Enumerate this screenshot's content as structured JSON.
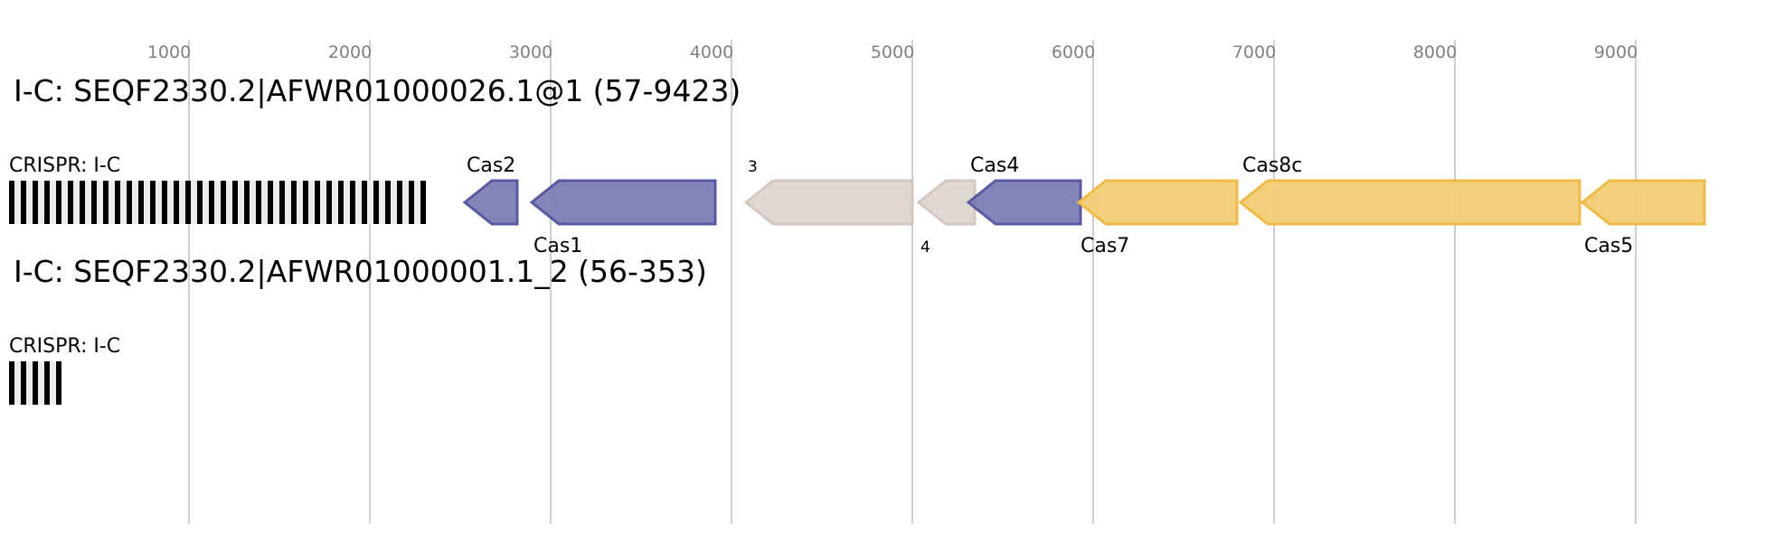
{
  "axis": {
    "ticks": [
      1000,
      2000,
      3000,
      4000,
      5000,
      6000,
      7000,
      8000,
      9000
    ]
  },
  "colors": {
    "blue": {
      "fill": "#7c7db6",
      "stroke": "#5a5aa3"
    },
    "gray": {
      "fill": "#ddd5d0",
      "stroke": "#d3c8c1"
    },
    "yellow": {
      "fill": "#f2cc74",
      "stroke": "#eebc45"
    }
  },
  "loci": [
    {
      "title": "I-C: SEQF2330.2|AFWR01000026.1@1 (57-9423)",
      "crispr": {
        "label": "CRISPR: I-C",
        "repeats": 36
      },
      "genes": [
        {
          "name": "Cas2",
          "start": 2525,
          "end": 2815,
          "strand": "-",
          "color": "blue",
          "label_pos": "above",
          "small": false
        },
        {
          "name": "Cas1",
          "start": 2895,
          "end": 3910,
          "strand": "-",
          "color": "blue",
          "label_pos": "below",
          "small": false
        },
        {
          "name": "3",
          "start": 4080,
          "end": 5000,
          "strand": "-",
          "color": "gray",
          "label_pos": "above",
          "small": true
        },
        {
          "name": "4",
          "start": 5035,
          "end": 5345,
          "strand": "-",
          "color": "gray",
          "label_pos": "below",
          "small": true
        },
        {
          "name": "Cas4",
          "start": 5310,
          "end": 5930,
          "strand": "-",
          "color": "blue",
          "label_pos": "above",
          "small": false
        },
        {
          "name": "Cas7",
          "start": 5920,
          "end": 6795,
          "strand": "-",
          "color": "yellow",
          "label_pos": "below",
          "small": false
        },
        {
          "name": "Cas8c",
          "start": 6815,
          "end": 8690,
          "strand": "-",
          "color": "yellow",
          "label_pos": "above",
          "small": false
        },
        {
          "name": "Cas5",
          "start": 8705,
          "end": 9380,
          "strand": "-",
          "color": "yellow",
          "label_pos": "below",
          "small": false
        }
      ]
    },
    {
      "title": "I-C: SEQF2330.2|AFWR01000001.1_2 (56-353)",
      "crispr": {
        "label": "CRISPR: I-C",
        "repeats": 5
      },
      "genes": []
    }
  ]
}
